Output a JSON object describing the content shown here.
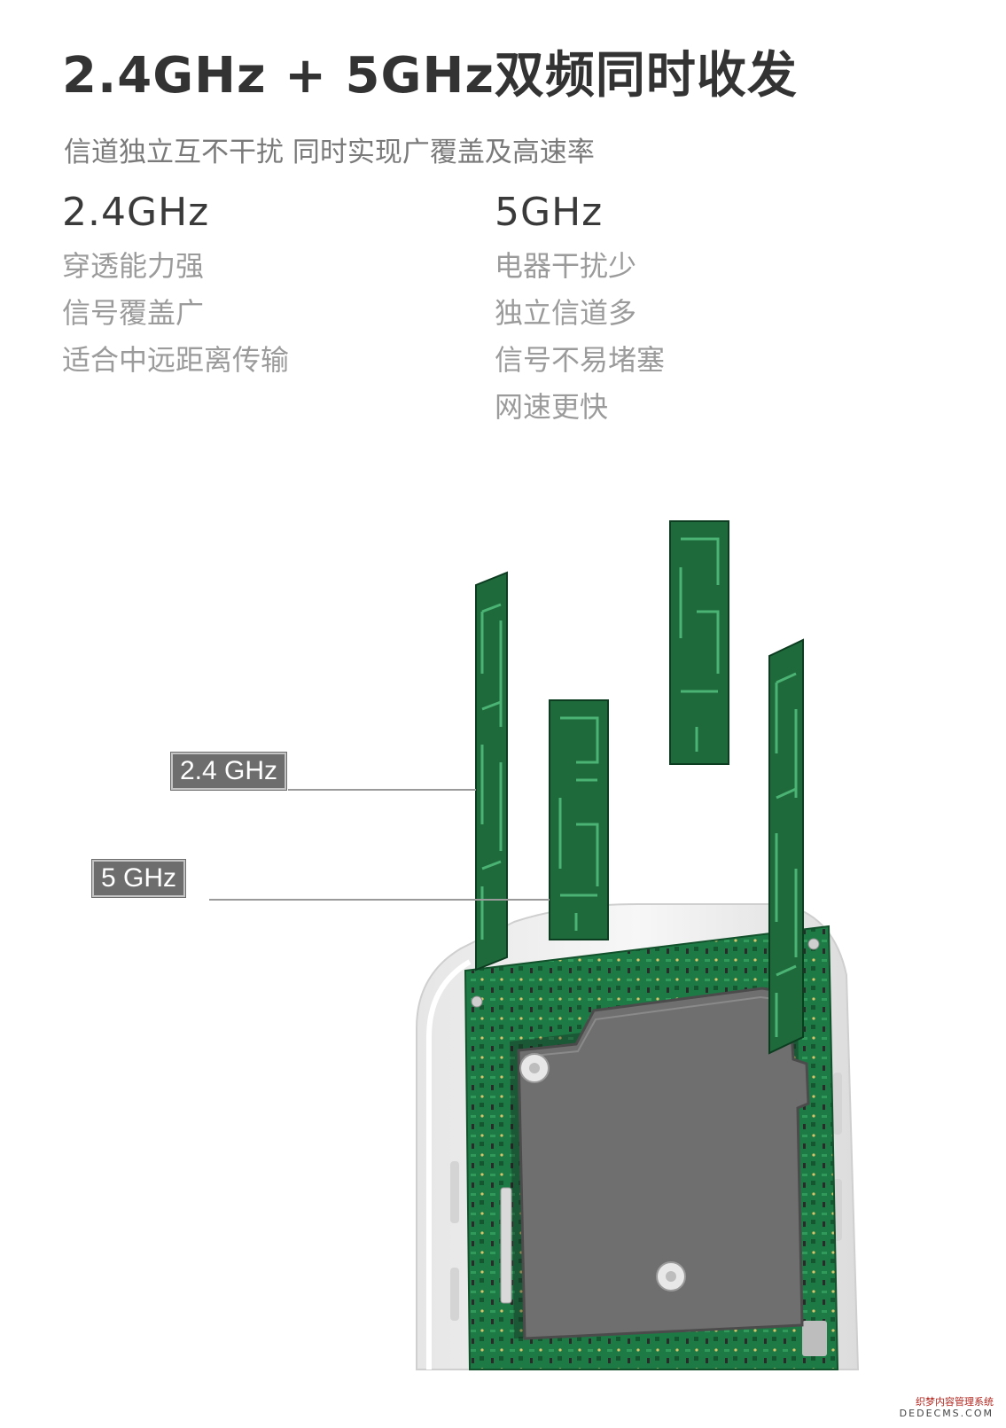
{
  "headline": "2.4GHz + 5GHz双频同时收发",
  "subtitle": "信道独立互不干扰 同时实现广覆盖及高速率",
  "bands": [
    {
      "title": "2.4GHz",
      "features": [
        "穿透能力强",
        "信号覆盖广",
        "适合中远距离传输"
      ]
    },
    {
      "title": "5GHz",
      "features": [
        "电器干扰少",
        "独立信道多",
        "信号不易堵塞",
        "网速更快"
      ]
    }
  ],
  "antenna_labels": {
    "band_24": "2.4 GHz",
    "band_5": "5 GHz"
  },
  "watermark": {
    "line1": "织梦内容管理系统",
    "line2": "DEDECMS.COM"
  },
  "colors": {
    "antenna_green": "#1f6b3c",
    "antenna_trace": "#3fa566",
    "pcb_green": "#1c7a44",
    "shield_gray": "#6b6b6b",
    "label_bg": "#6d6d6d"
  }
}
